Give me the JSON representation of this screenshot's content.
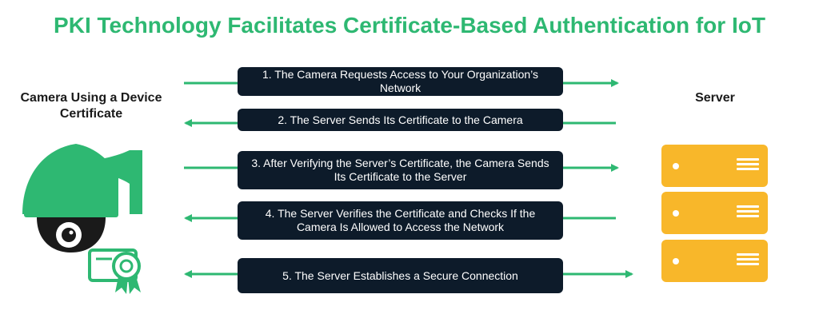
{
  "title": "PKI Technology Facilitates Certificate-Based Authentication for IoT",
  "camera_label": "Camera Using a Device Certificate",
  "server_label": "Server",
  "steps": [
    {
      "text": "1. The Camera Requests Access to Your Organization’s Network",
      "direction": "to-server"
    },
    {
      "text": "2. The Server Sends Its Certificate to the Camera",
      "direction": "to-camera"
    },
    {
      "text": "3. After Verifying the Server’s Certificate, the Camera Sends Its Certificate to the Server",
      "direction": "to-server"
    },
    {
      "text": "4. The Server Verifies the Certificate and Checks If the Camera Is Allowed to Access the Network",
      "direction": "to-camera"
    },
    {
      "text": "5. The Server Establishes a Secure Connection",
      "direction": "both"
    }
  ],
  "colors": {
    "accent": "#2eb872",
    "step_box": "#0d1b2a",
    "server": "#f8b72a",
    "camera_body": "#1a1a1a"
  },
  "icons": [
    "security-camera-icon",
    "certificate-icon",
    "server-icon"
  ]
}
